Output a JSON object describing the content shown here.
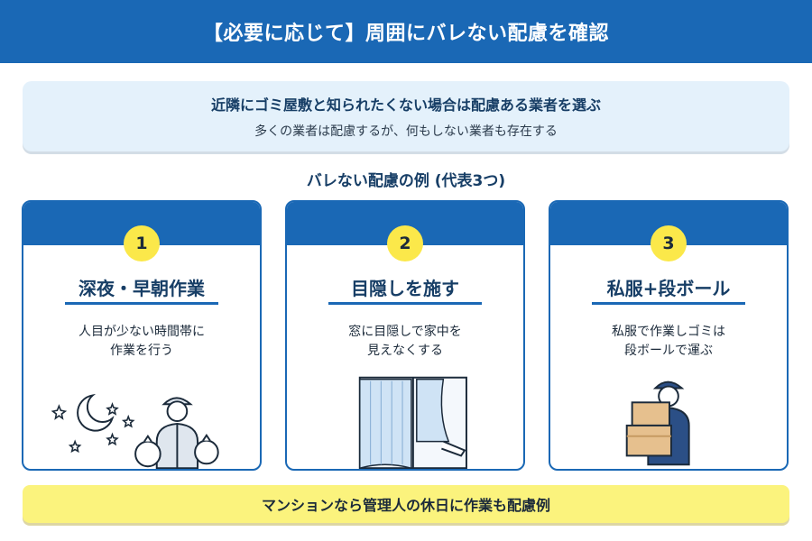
{
  "header": {
    "title": "【必要に応じて】周囲にバレない配慮を確認"
  },
  "info": {
    "line1": "近隣にゴミ屋敷と知られたくない場合は配慮ある業者を選ぶ",
    "line2": "多くの業者は配慮するが、何もしない業者も存在する"
  },
  "section_title": "バレない配慮の例 (代表3つ)",
  "cards": [
    {
      "number": "1",
      "title": "深夜・早朝作業",
      "desc": [
        "人目が少ない時間帯に",
        "作業を行う"
      ],
      "icon": "night-worker-icon"
    },
    {
      "number": "2",
      "title": "目隠しを施す",
      "desc": [
        "窓に目隠しで家中を",
        "見えなくする"
      ],
      "icon": "curtain-window-icon"
    },
    {
      "number": "3",
      "title": "私服+段ボール",
      "desc": [
        "私服で作業しゴミは",
        "段ボールで運ぶ"
      ],
      "icon": "box-carrier-icon"
    }
  ],
  "footer": {
    "text": "マンションなら管理人の休日に作業も配慮例"
  },
  "colors": {
    "primary": "#1a68b5",
    "badge": "#fbe84a",
    "info_bg": "#e4f1fb",
    "footer_bg": "#fbf37d"
  }
}
